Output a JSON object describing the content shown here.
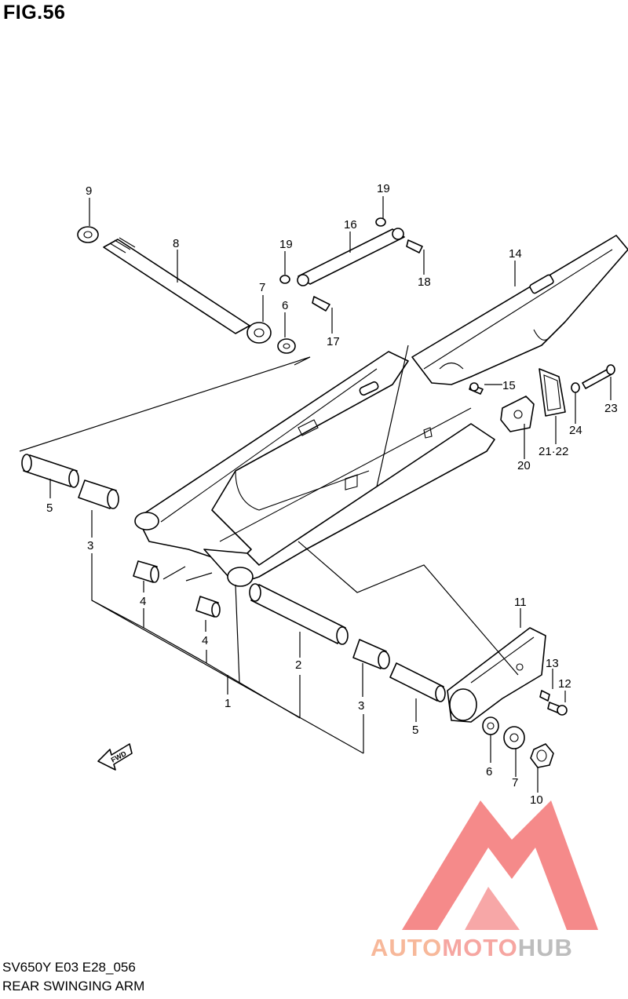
{
  "figure": {
    "title": "FIG.56",
    "code": "SV650Y E03 E28_056",
    "caption": "REAR SWINGING ARM"
  },
  "callouts": [
    {
      "id": "c1",
      "label": "1"
    },
    {
      "id": "c2",
      "label": "2"
    },
    {
      "id": "c3a",
      "label": "3"
    },
    {
      "id": "c3b",
      "label": "3"
    },
    {
      "id": "c4a",
      "label": "4"
    },
    {
      "id": "c4b",
      "label": "4"
    },
    {
      "id": "c5a",
      "label": "5"
    },
    {
      "id": "c5b",
      "label": "5"
    },
    {
      "id": "c6a",
      "label": "6"
    },
    {
      "id": "c6b",
      "label": "6"
    },
    {
      "id": "c7a",
      "label": "7"
    },
    {
      "id": "c7b",
      "label": "7"
    },
    {
      "id": "c8",
      "label": "8"
    },
    {
      "id": "c9",
      "label": "9"
    },
    {
      "id": "c10",
      "label": "10"
    },
    {
      "id": "c11",
      "label": "11"
    },
    {
      "id": "c12",
      "label": "12"
    },
    {
      "id": "c13",
      "label": "13"
    },
    {
      "id": "c14",
      "label": "14"
    },
    {
      "id": "c15",
      "label": "15"
    },
    {
      "id": "c16",
      "label": "16"
    },
    {
      "id": "c17",
      "label": "17"
    },
    {
      "id": "c18",
      "label": "18"
    },
    {
      "id": "c19a",
      "label": "19"
    },
    {
      "id": "c19b",
      "label": "19"
    },
    {
      "id": "c20",
      "label": "20"
    },
    {
      "id": "c2122",
      "label": "21·22"
    },
    {
      "id": "c23",
      "label": "23"
    },
    {
      "id": "c24",
      "label": "24"
    }
  ],
  "fwd_marker": "FWD",
  "watermark": {
    "part1": "AUTO",
    "part2": "MOTO",
    "part3": "HUB",
    "colors": {
      "red": "#f26d6d",
      "orange": "#f7b89a",
      "gray": "#bdbdbd"
    }
  }
}
